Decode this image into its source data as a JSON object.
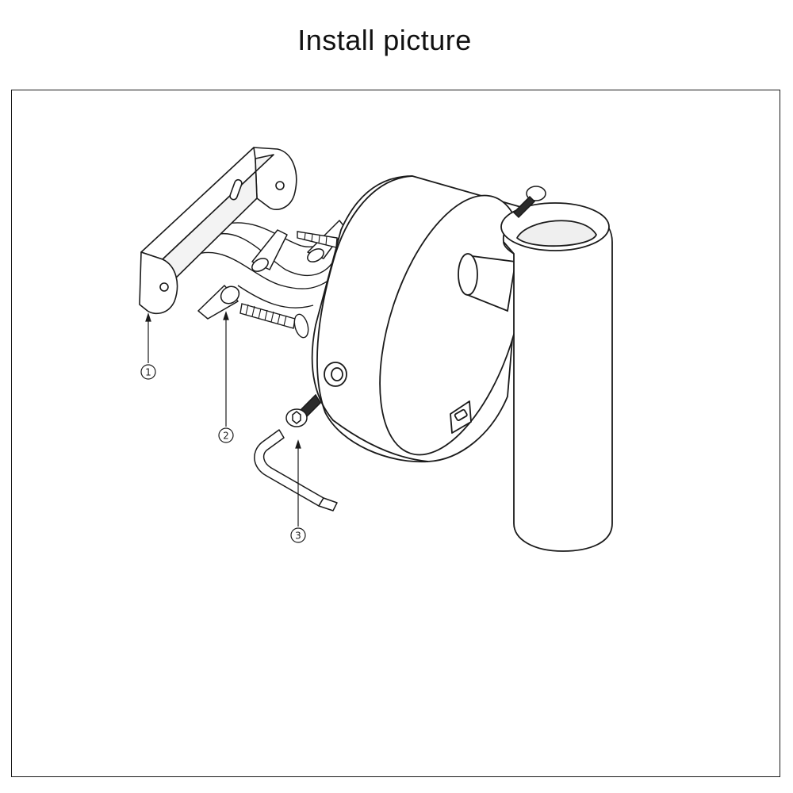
{
  "title": "Install picture",
  "callouts": [
    {
      "label": "1",
      "part": "mounting-bracket"
    },
    {
      "label": "2",
      "part": "wall-anchors-and-screws"
    },
    {
      "label": "3",
      "part": "hex-screw-and-allen-key"
    }
  ],
  "colors": {
    "line": "#1a1a1a",
    "fill": "#ffffff",
    "shade": "#e9e9e9",
    "screw_dark": "#2b2b2b"
  },
  "icons": [
    "mounting-bracket-icon",
    "wall-anchor-icon",
    "wood-screw-icon",
    "hex-screw-icon",
    "allen-key-icon",
    "lamp-base-icon",
    "lamp-arm-icon",
    "lamp-shade-icon"
  ]
}
